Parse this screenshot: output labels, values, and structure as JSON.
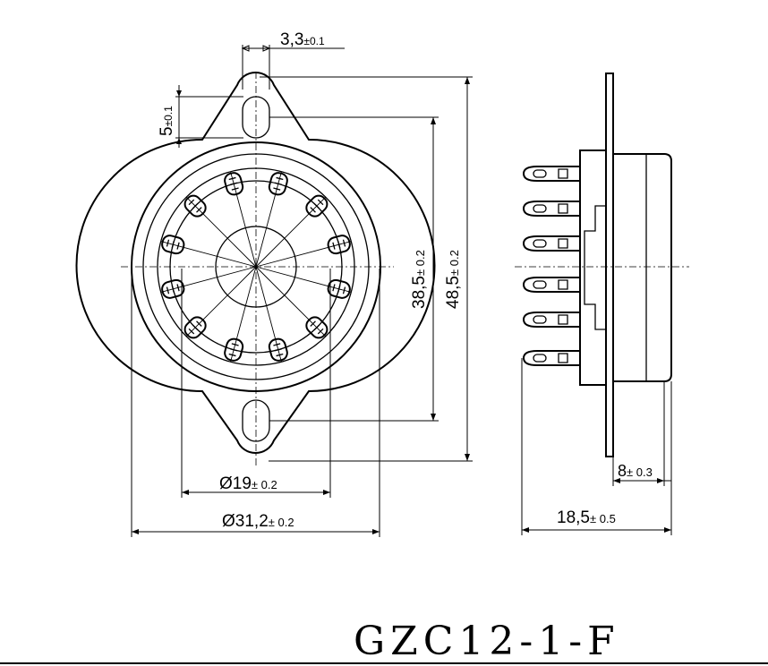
{
  "dimensions": {
    "slot_width": {
      "value": "3,3",
      "tol": "±0.1"
    },
    "slot_length": {
      "value": "5",
      "tol": "±0.1"
    },
    "mount_hole_spacing": {
      "value": "38,5",
      "tol": "± 0.2"
    },
    "flange_length": {
      "value": "48,5",
      "tol": "± 0.2"
    },
    "inner_diameter": {
      "value": "Ø19",
      "tol": "± 0.2"
    },
    "outer_diameter": {
      "value": "Ø31,2",
      "tol": "± 0.2"
    },
    "flange_depth": {
      "value": "8",
      "tol": "± 0.3"
    },
    "total_depth": {
      "value": "18,5",
      "tol": "± 0.5"
    }
  },
  "part_number": "GZC12-1-F",
  "pin_count": 12
}
